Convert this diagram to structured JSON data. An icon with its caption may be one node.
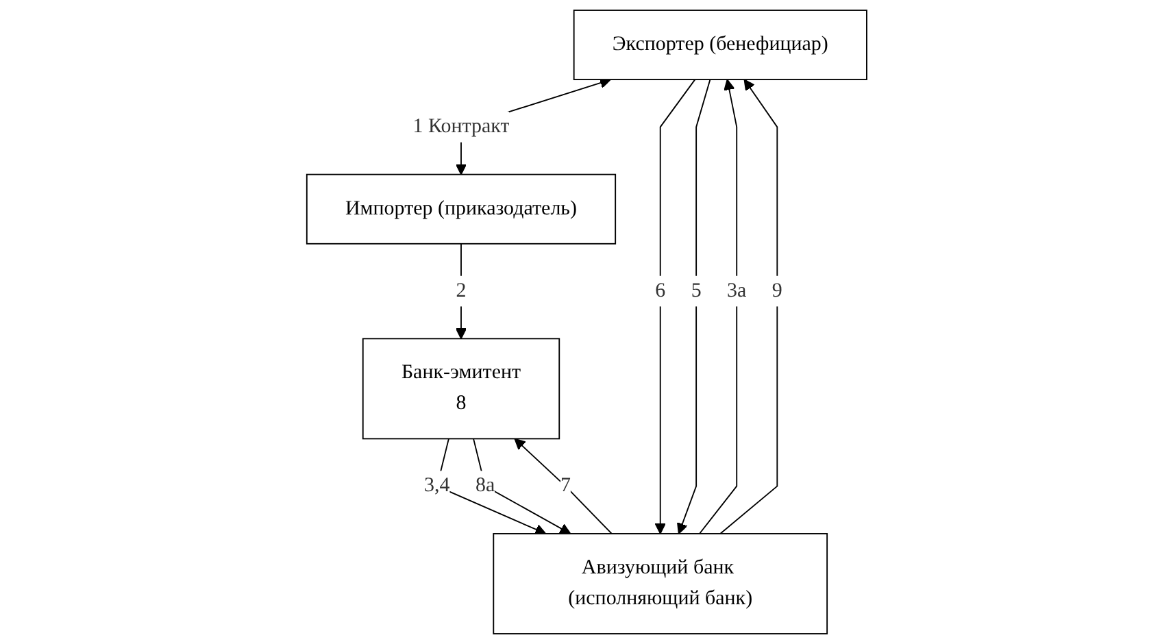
{
  "diagram": {
    "nodes": [
      {
        "text": [
          "Экспортер (бенефициар)"
        ]
      },
      {
        "text": [
          "Импортер (приказодатель)"
        ]
      },
      {
        "text": [
          "Авизующий банк (исполняющий банк)"
        ]
      },
      {
        "text": [
          "Банк-эмитент",
          "8"
        ]
      }
    ],
    "edges": [
      {
        "from": 0,
        "to": 1,
        "arrow": "both",
        "label": "1 Контракт"
      },
      {
        "from": 1,
        "to": 3,
        "arrow": "to",
        "label": "2"
      },
      {
        "from": 0,
        "to": 2,
        "arrow": "to",
        "label": "6"
      },
      {
        "from": 0,
        "to": 2,
        "arrow": "to",
        "label": "5"
      },
      {
        "from": 2,
        "to": 0,
        "arrow": "to",
        "label": "3а"
      },
      {
        "from": 2,
        "to": 0,
        "arrow": "to",
        "label": "9"
      },
      {
        "from": 3,
        "to": 2,
        "arrow": "to",
        "label": "3,4"
      },
      {
        "from": 2,
        "to": 3,
        "arrow": "to",
        "label": "7"
      },
      {
        "from": 3,
        "to": 2,
        "arrow": "to",
        "label": "8а"
      }
    ]
  }
}
